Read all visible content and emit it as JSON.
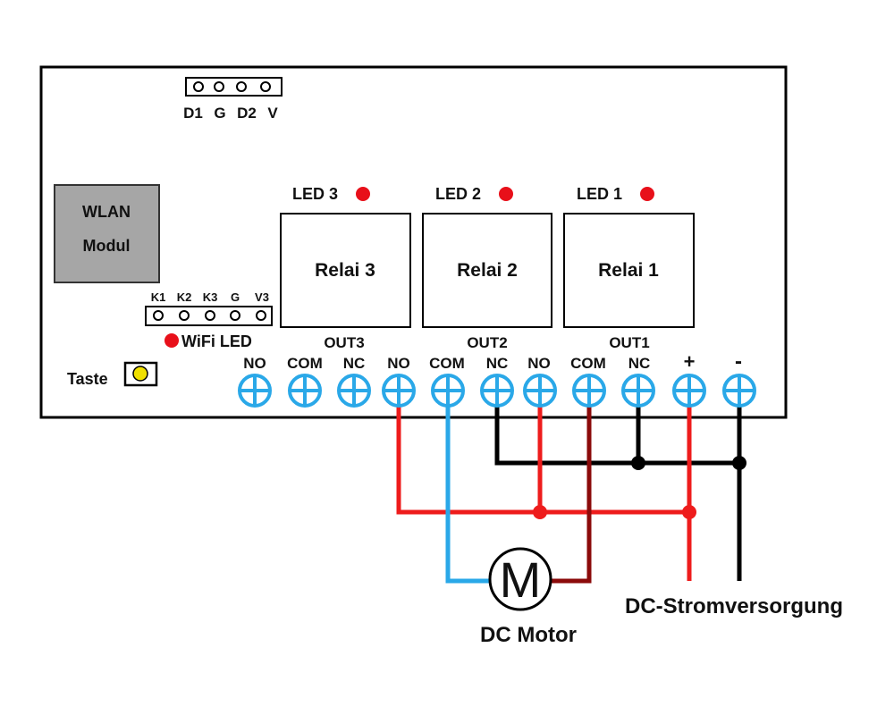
{
  "header_pins": {
    "labels": [
      "D1",
      "G",
      "D2",
      "V"
    ]
  },
  "wlan_module": {
    "line1": "WLAN",
    "line2": "Modul"
  },
  "k_pins": {
    "labels": [
      "K1",
      "K2",
      "K3",
      "G",
      "V3"
    ]
  },
  "wifi_led": {
    "label": "WiFi LED"
  },
  "button": {
    "label": "Taste"
  },
  "relays": [
    {
      "led": "LED 3",
      "name": "Relai 3",
      "out": "OUT3"
    },
    {
      "led": "LED 2",
      "name": "Relai 2",
      "out": "OUT2"
    },
    {
      "led": "LED 1",
      "name": "Relai 1",
      "out": "OUT1"
    }
  ],
  "terminals": [
    "NO",
    "COM",
    "NC",
    "NO",
    "COM",
    "NC",
    "NO",
    "COM",
    "NC",
    "+",
    "-"
  ],
  "motor": {
    "symbol": "M",
    "label": "DC Motor"
  },
  "power_supply": {
    "label": "DC-Stromversorgung"
  },
  "colors": {
    "terminal": "#2aa8e8",
    "led": "#e8101a",
    "wire_red": "#ee1c1c",
    "wire_black": "#000000",
    "wire_blue": "#2aa8e8",
    "wire_darkred": "#8b0a0a",
    "wlan_fill": "#a6a6a6",
    "button_fill": "#f0e000"
  }
}
